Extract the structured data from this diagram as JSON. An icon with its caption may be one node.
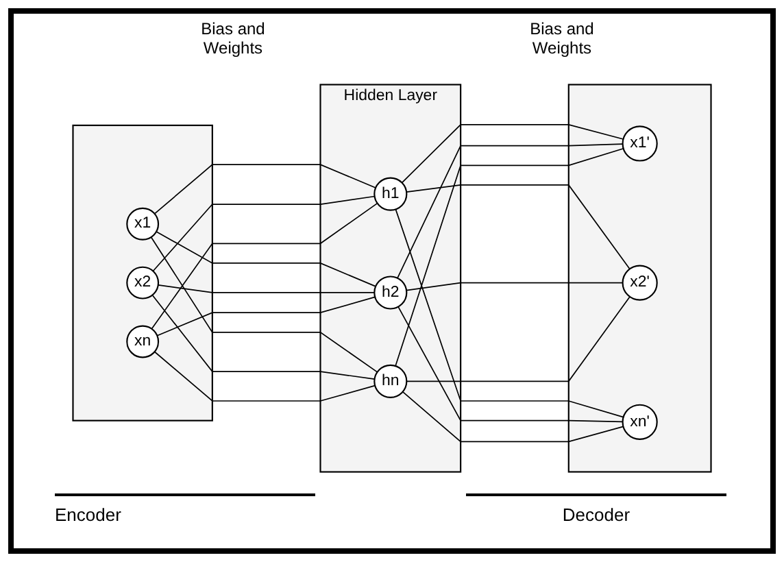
{
  "diagram": {
    "nodes": [
      {
        "text": [],
        "shape": "box"
      },
      {
        "text": [
          "x1"
        ],
        "in": 0
      },
      {
        "text": [
          "x2"
        ],
        "in": 0
      },
      {
        "text": [
          "xn"
        ],
        "in": 0
      },
      {
        "text": [
          "Hidden Layer"
        ]
      },
      {
        "text": [
          "h1"
        ],
        "in": 4
      },
      {
        "text": [
          "h2"
        ],
        "in": 4
      },
      {
        "text": [
          "hn"
        ],
        "in": 4
      },
      {
        "text": [],
        "shape": "box"
      },
      {
        "text": [
          "x1'"
        ],
        "in": 8
      },
      {
        "text": [
          "x2'"
        ],
        "in": 8
      },
      {
        "text": [
          "xn'"
        ],
        "in": 8
      }
    ],
    "edges": [
      {
        "from": 1,
        "to": 5,
        "arrow": "none"
      },
      {
        "from": 1,
        "to": 6,
        "arrow": "none"
      },
      {
        "from": 1,
        "to": 7,
        "arrow": "none"
      },
      {
        "from": 2,
        "to": 5,
        "arrow": "none"
      },
      {
        "from": 2,
        "to": 6,
        "arrow": "none"
      },
      {
        "from": 2,
        "to": 7,
        "arrow": "none"
      },
      {
        "from": 3,
        "to": 5,
        "arrow": "none"
      },
      {
        "from": 3,
        "to": 6,
        "arrow": "none"
      },
      {
        "from": 3,
        "to": 7,
        "arrow": "none"
      },
      {
        "from": 5,
        "to": 9,
        "arrow": "none"
      },
      {
        "from": 5,
        "to": 10,
        "arrow": "none"
      },
      {
        "from": 5,
        "to": 11,
        "arrow": "none"
      },
      {
        "from": 6,
        "to": 9,
        "arrow": "none"
      },
      {
        "from": 6,
        "to": 10,
        "arrow": "none"
      },
      {
        "from": 6,
        "to": 11,
        "arrow": "none"
      },
      {
        "from": 7,
        "to": 9,
        "arrow": "none"
      },
      {
        "from": 7,
        "to": 10,
        "arrow": "none"
      },
      {
        "from": 7,
        "to": 11,
        "arrow": "none"
      }
    ],
    "labels": [
      "Bias and Weights",
      "Bias and Weights",
      "Encoder",
      "Decoder"
    ]
  }
}
